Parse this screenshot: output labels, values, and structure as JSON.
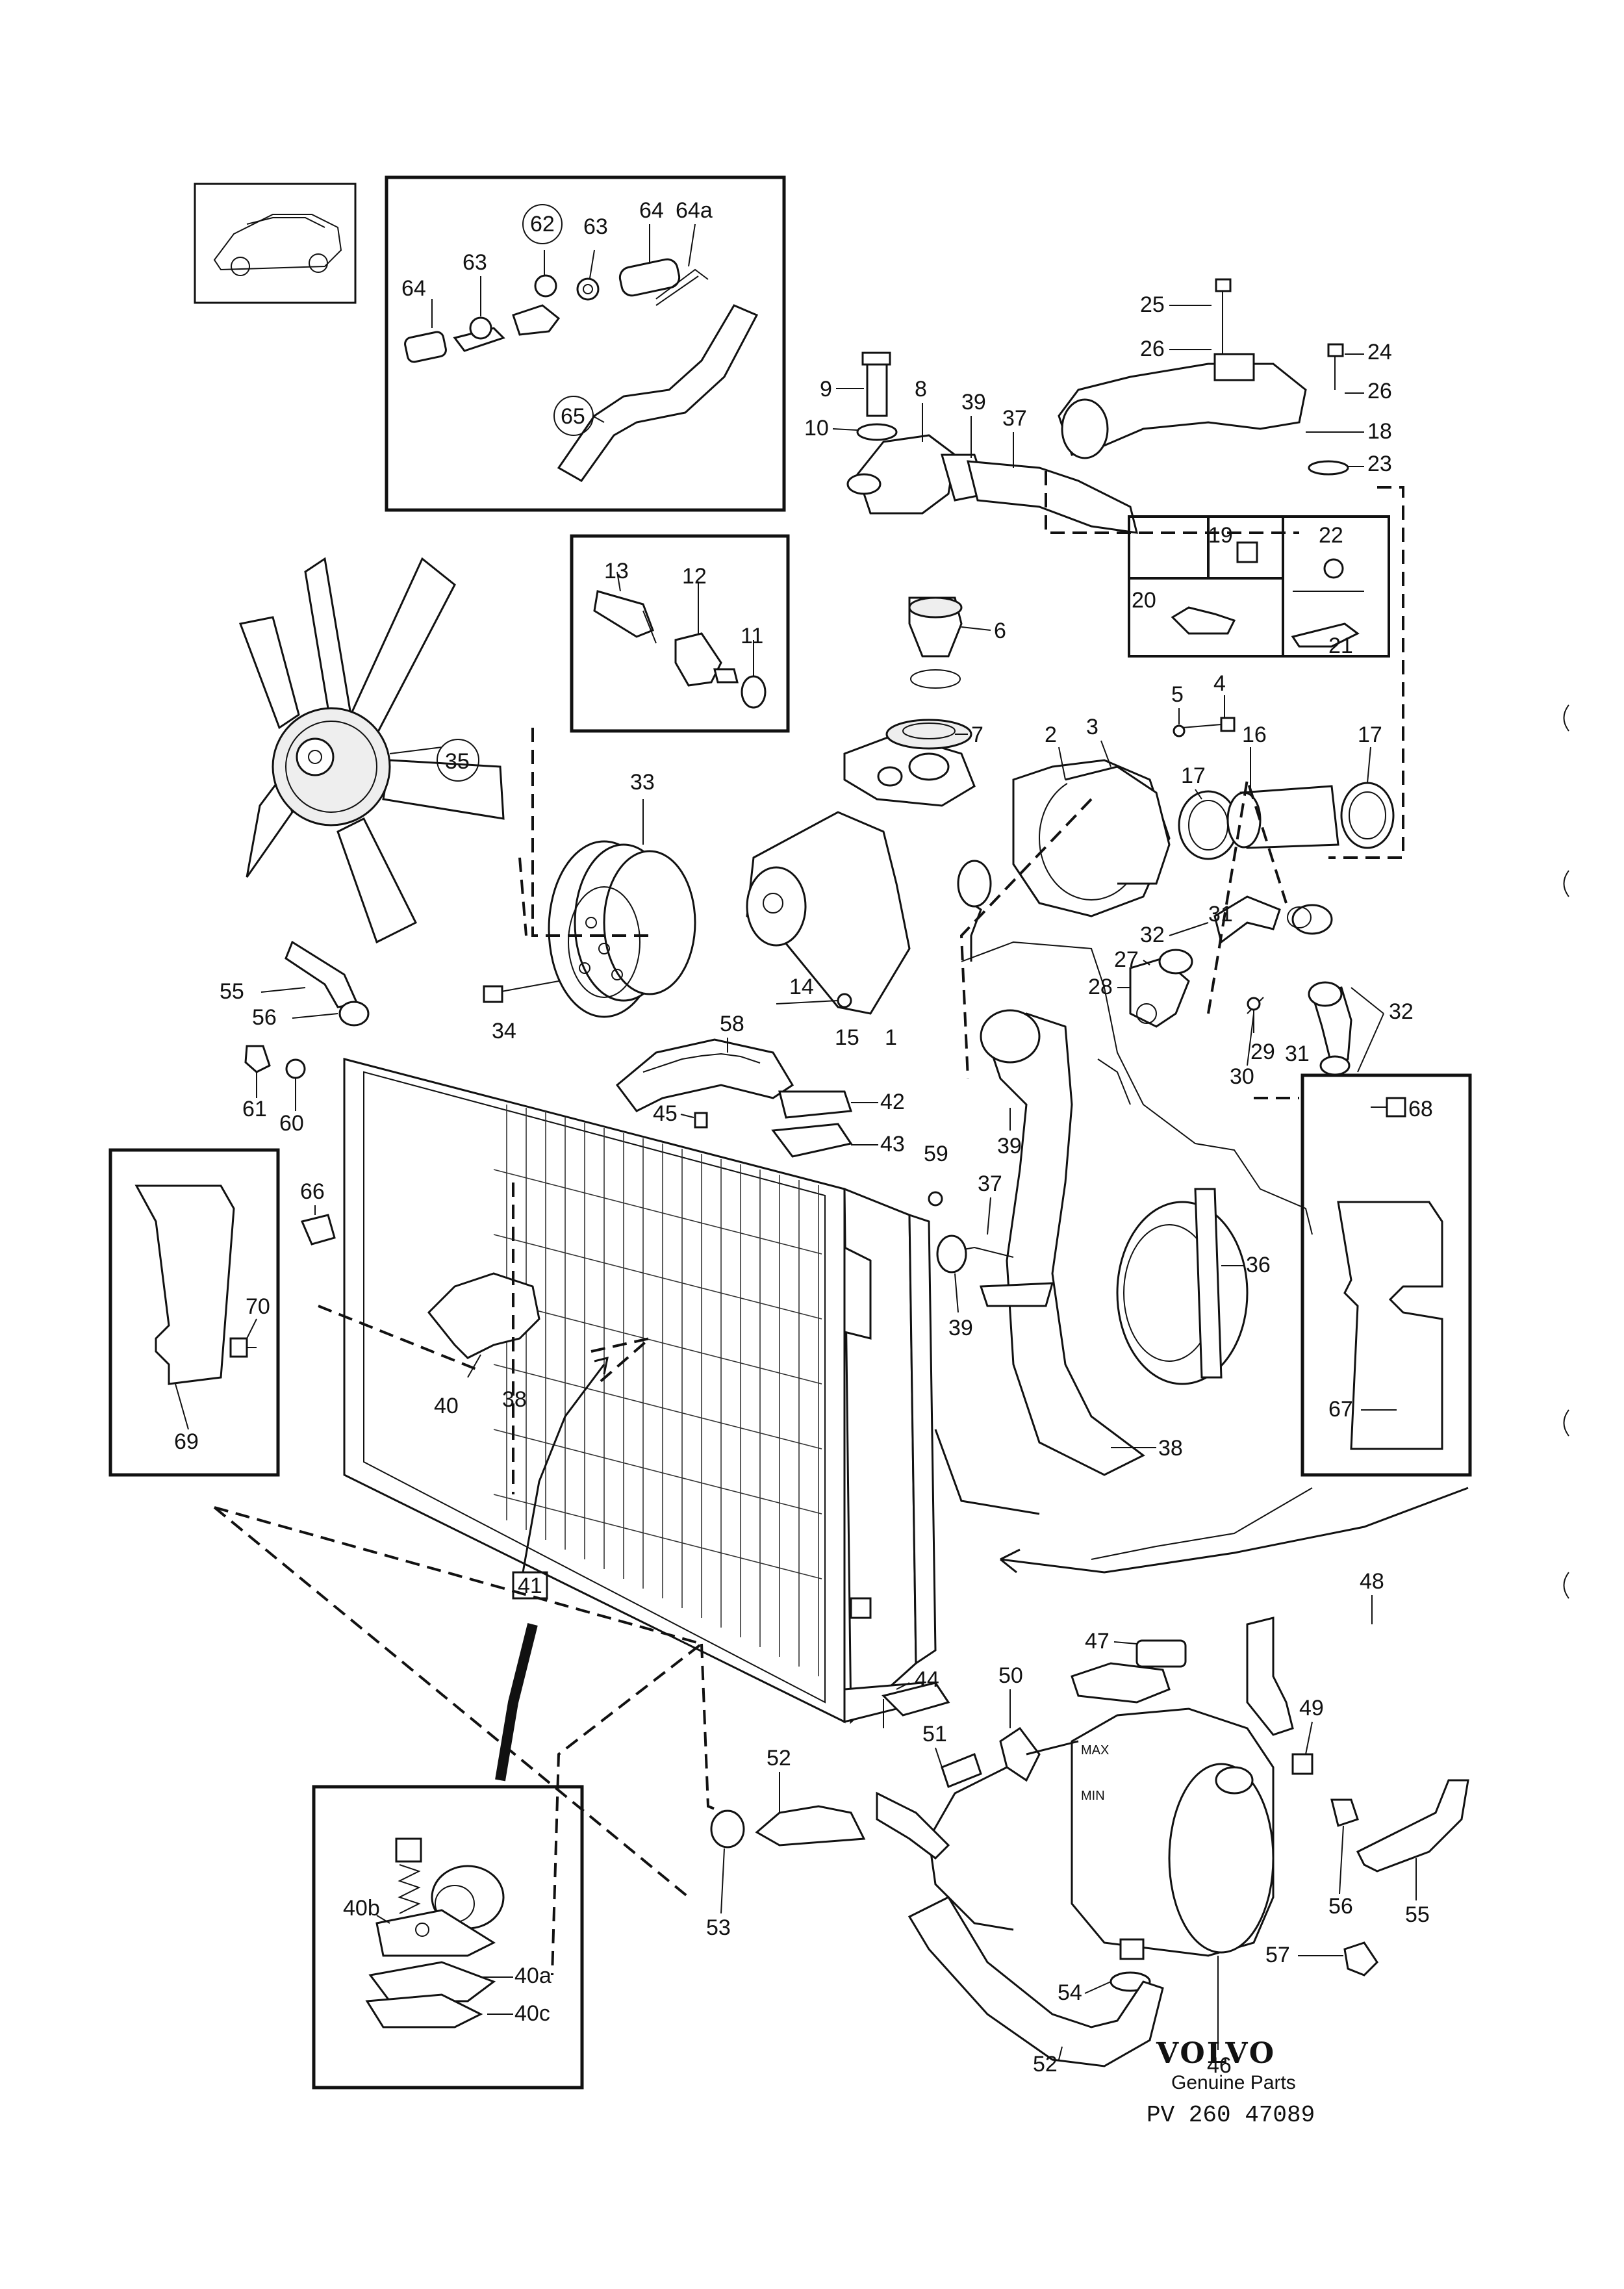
{
  "brand": {
    "logo": "VOLVO",
    "subtitle": "Genuine Parts",
    "code": "PV 260 47089"
  },
  "callouts": {
    "c1": "1",
    "c2": "2",
    "c3": "3",
    "c4": "4",
    "c5": "5",
    "c6": "6",
    "c7": "7",
    "c8": "8",
    "c9": "9",
    "c10": "10",
    "c11": "11",
    "c12": "12",
    "c13": "13",
    "c14": "14",
    "c15": "15",
    "c16": "16",
    "c17a": "17",
    "c17b": "17",
    "c18": "18",
    "c19": "19",
    "c20": "20",
    "c21": "21",
    "c22": "22",
    "c23": "23",
    "c24": "24",
    "c25": "25",
    "c26a": "26",
    "c26b": "26",
    "c27": "27",
    "c28": "28",
    "c29": "29",
    "c30": "30",
    "c31a": "31",
    "c31b": "31",
    "c32a": "32",
    "c32b": "32",
    "c33": "33",
    "c34": "34",
    "c35": "35",
    "c36": "36",
    "c37a": "37",
    "c37b": "37",
    "c38a": "38",
    "c38b": "38",
    "c39a": "39",
    "c39b": "39",
    "c39c": "39",
    "c40": "40",
    "c40a": "40a",
    "c40b": "40b",
    "c40c": "40c",
    "c41": "41",
    "c42": "42",
    "c43": "43",
    "c44": "44",
    "c45": "45",
    "c46": "46",
    "c47": "47",
    "c48": "48",
    "c49": "49",
    "c50": "50",
    "c51": "51",
    "c52a": "52",
    "c52b": "52",
    "c53": "53",
    "c54": "54",
    "c55a": "55",
    "c55b": "55",
    "c56a": "56",
    "c56b": "56",
    "c57": "57",
    "c58": "58",
    "c59": "59",
    "c60": "60",
    "c61": "61",
    "c62": "62",
    "c63a": "63",
    "c63b": "63",
    "c64a": "64",
    "c64b": "64",
    "c64c": "64a",
    "c65": "65",
    "c66": "66",
    "c67": "67",
    "c68": "68",
    "c69": "69",
    "c70": "70"
  },
  "tank_labels": {
    "max": "MAX",
    "min": "MIN"
  }
}
